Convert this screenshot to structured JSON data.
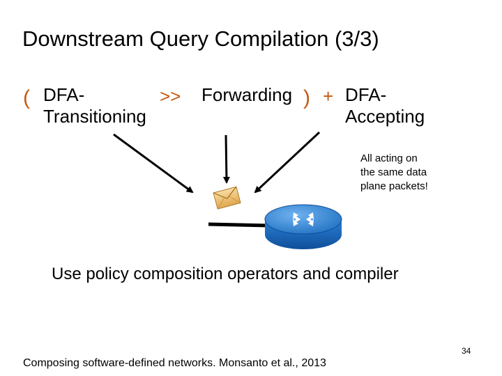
{
  "slide": {
    "title": "Downstream Query Compilation (3/3)",
    "open_paren": "(",
    "term1_line1": "DFA-",
    "term1_line2": "Transitioning",
    "compose_op": ">>",
    "term2": "Forwarding",
    "close_paren": ")",
    "plus_op": "+",
    "term3_line1": "DFA-",
    "term3_line2": "Accepting",
    "note_lines": [
      "All acting on",
      "the same data",
      "plane packets!"
    ],
    "main_statement": "Use policy composition operators and compiler",
    "citation": "Composing software-defined networks. Monsanto et al., 2013",
    "page_number": "34"
  },
  "colors": {
    "operator": "#c55a11",
    "router_body": "#1f6fc0",
    "router_top": "#3a8ee0",
    "packet": "#f0c070"
  },
  "icons": [
    "packet-envelope-icon",
    "router-icon"
  ]
}
